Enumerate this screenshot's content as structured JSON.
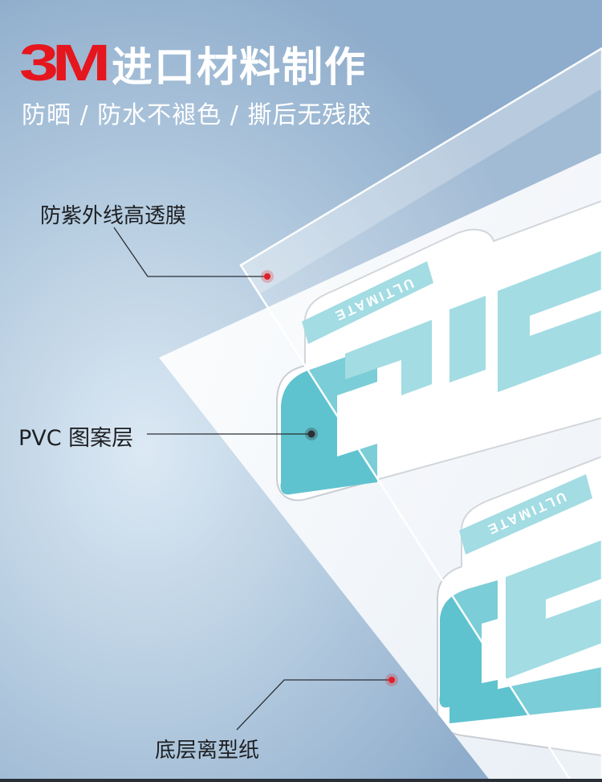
{
  "header": {
    "brand": "3M",
    "title": "进口材料制作",
    "subtitle": "防晒 / 防水不褪色 / 撕后无残胶"
  },
  "callouts": {
    "top_layer": "防紫外线高透膜",
    "middle_layer": "PVC 图案层",
    "bottom_layer": "底层离型纸"
  },
  "sticker": {
    "badge_text": "ULTIMATE",
    "badge_text_2": "ULTIMATE"
  },
  "colors": {
    "brand_red": "#e5161e",
    "sticker_teal": "#5fc3cf",
    "marker_red": "#e02027",
    "marker_dark": "#2b2f34"
  }
}
